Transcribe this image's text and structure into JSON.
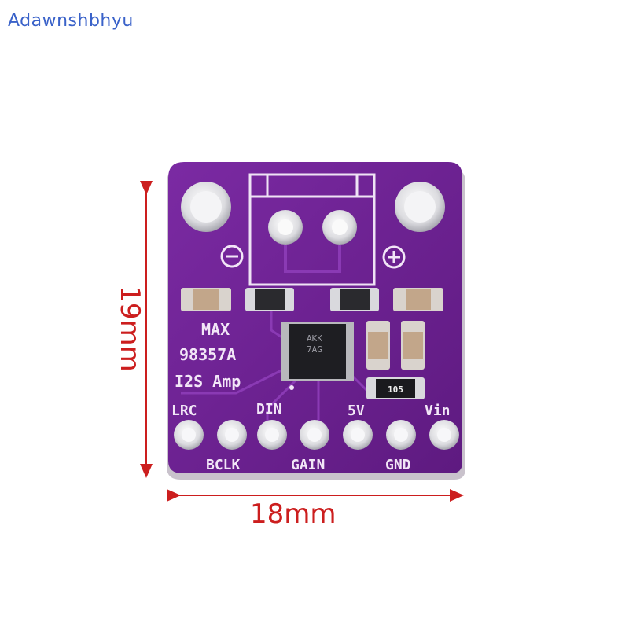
{
  "watermark": "Adawnshbhyu",
  "dimensions": {
    "width_label": "18mm",
    "height_label": "19mm",
    "arrow_color": "#cc1e1e"
  },
  "board": {
    "color": "#6a1f8e",
    "silkscreen": {
      "part_line1": "MAX",
      "part_line2": "98357A",
      "part_line3": "I2S Amp",
      "minus_symbol": "⊖",
      "plus_symbol": "⊕"
    },
    "chip_marking": [
      "AKK",
      "7AG"
    ],
    "resistor_marking": "105",
    "pins_top_labels": [
      "LRC",
      "DIN",
      "5V",
      "Vin"
    ],
    "pins_bottom_labels": [
      "BCLK",
      "GAIN",
      "GND"
    ]
  }
}
